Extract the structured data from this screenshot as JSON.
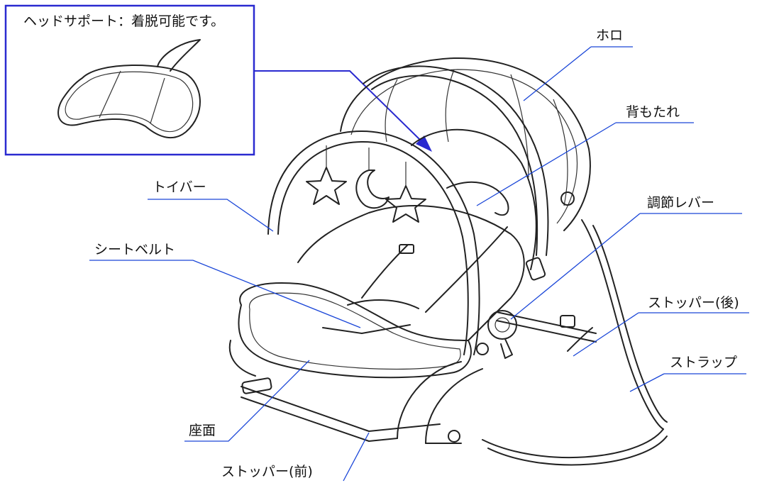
{
  "inset": {
    "caption": "ヘッドサポート：着脱可能です。",
    "frame_color": "#2a2ad0"
  },
  "labels": {
    "hood": "ホロ",
    "backrest": "背もたれ",
    "toy_bar": "トイバー",
    "adjust_lever": "調節レバー",
    "seatbelt": "シートベルト",
    "stopper_rear": "ストッパー(後)",
    "strap": "ストラップ",
    "seat": "座面",
    "stopper_front": "ストッパー(前)"
  },
  "leader_color": "#1a46d8"
}
